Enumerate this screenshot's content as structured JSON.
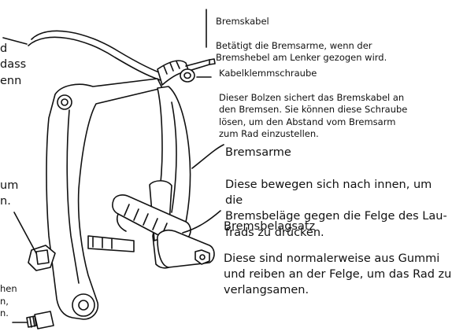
{
  "labels": {
    "brake_cable": {
      "title": "Bremskabel",
      "desc": "Betätigt die Bremsarme, wenn der\nBremshebel am Lenker gezogen wird."
    },
    "cable_clamp": {
      "title": "Kabelklemmschraube",
      "desc": "Dieser Bolzen sichert das Bremskabel an\nden Bremsen. Sie können diese Schraube\nlösen, um den Abstand vom Bremsarm\nzum Rad einzustellen."
    },
    "brake_arms": {
      "title": "Bremsarme",
      "desc": "Diese bewegen sich nach innen, um die\nBremsbeläge gegen die Felge des Lau-\nfrads zu drücken."
    },
    "brake_pads": {
      "title": "Bremsbelagsatz",
      "desc": "Diese sind normalerweise aus Gummi\nund reiben an der Felge, um das Rad zu\nverlangsamen."
    }
  },
  "cut_off_left": {
    "top": "d\n dass\nenn",
    "middle": "um\nn.",
    "bottom": "hen\nn,\nn."
  },
  "colors": {
    "ink": "#111111",
    "fill": "#ffffff"
  }
}
